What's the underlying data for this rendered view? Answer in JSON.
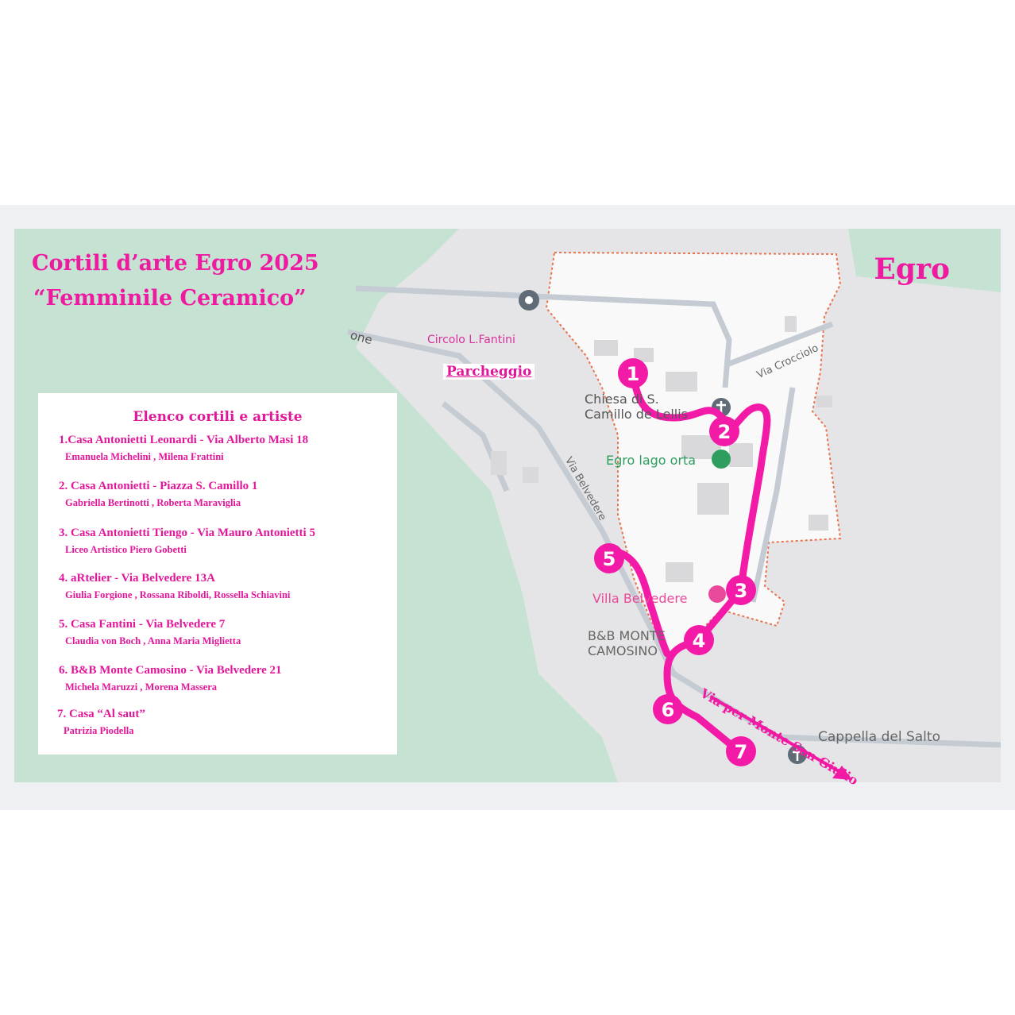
{
  "title": {
    "line1": "Cortili d’arte Egro 2025",
    "line2": "“Femminile Ceramico”"
  },
  "place": "Egro",
  "legend": {
    "heading": "Elenco cortili e artiste",
    "items": [
      {
        "name": "1.Casa Antonietti Leonardi - Via Alberto Masi 18",
        "artists": "Emanuela Michelini , Milena Frattini"
      },
      {
        "name": "2. Casa Antonietti - Piazza S. Camillo 1",
        "artists": "Gabriella Bertinotti , Roberta Maraviglia"
      },
      {
        "name": "3. Casa Antonietti Tiengo - Via Mauro Antonietti 5",
        "artists": "Liceo Artistico Piero Gobetti"
      },
      {
        "name": "4. aRtelier - Via Belvedere 13A",
        "artists": "Giulia Forgione , Rossana Riboldi, Rossella Schiavini"
      },
      {
        "name": "5. Casa Fantini - Via Belvedere 7",
        "artists": "Claudia von Boch , Anna Maria Miglietta"
      },
      {
        "name": "6. B&B Monte Camosino - Via Belvedere 21",
        "artists": "Michela Maruzzi , Morena Massera"
      },
      {
        "name": "7. Casa “Al saut”",
        "artists": "Patrizia Piodella"
      }
    ]
  },
  "map": {
    "labels": {
      "circolo": "Circolo L.Fantini",
      "parking": "Parcheggio",
      "church": "Chiesa di S. Camillo de Lellis",
      "egro_lago": "Egro lago orta",
      "villa": "Villa Belvedere",
      "bb": "B&B MONTE CAMOSINO",
      "cappella": "Cappella del Salto",
      "via_crocciolo": "Via Crocciolo",
      "via_belvedere": "Via Belvedere",
      "road_fragment": "one",
      "direction": "Via per Monte San Giulio"
    },
    "markers": [
      "1",
      "2",
      "3",
      "4",
      "5",
      "6",
      "7"
    ],
    "colors": {
      "route": "#f41aa8",
      "water": "#c5e2d2",
      "land": "#e6e6e8",
      "village": "#f8f8f8"
    }
  }
}
